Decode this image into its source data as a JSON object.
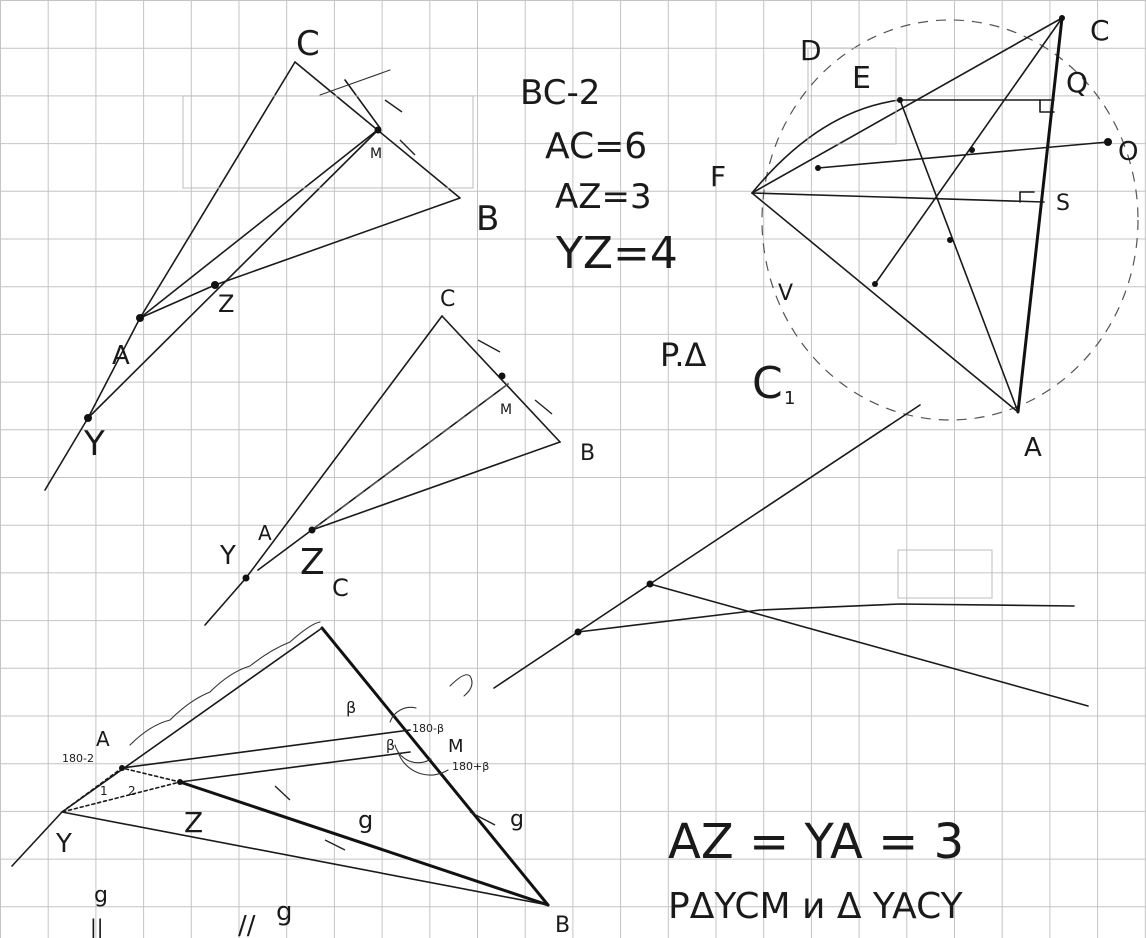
{
  "notes": {
    "bc": "BC-2",
    "ac": "AC=6",
    "az": "AZ=3",
    "yz": "YZ=4",
    "rd": "P.Δ",
    "c1": "C",
    "c1_sub": "1",
    "eq1": "AZ = YA = 3",
    "eq2": "PΔYCM и Δ YACY"
  },
  "fig1": {
    "C": "C",
    "M": "M",
    "B": "B",
    "Z": "Z",
    "A": "A",
    "Y": "Y"
  },
  "fig2": {
    "C": "C",
    "M": "M",
    "B": "B",
    "A": "A",
    "Y": "Y",
    "Z": "Z"
  },
  "fig3": {
    "C": "C",
    "A": "A",
    "Z": "Z",
    "Y": "Y",
    "M": "M",
    "B": "B",
    "beta1": "β",
    "beta2": "β",
    "a180_b": "180-β",
    "a180_b2": "180+β",
    "a180_a": "180-2",
    "one": "1",
    "two": "2",
    "g1": "g",
    "g2": "g",
    "g3": "g",
    "ll1": "||",
    "ll2": "//"
  },
  "fig4": {
    "D": "D",
    "E": "E",
    "C": "C",
    "Q": "Q",
    "F": "F",
    "A": "A",
    "V": "V",
    "S": "S",
    "O": "O"
  }
}
